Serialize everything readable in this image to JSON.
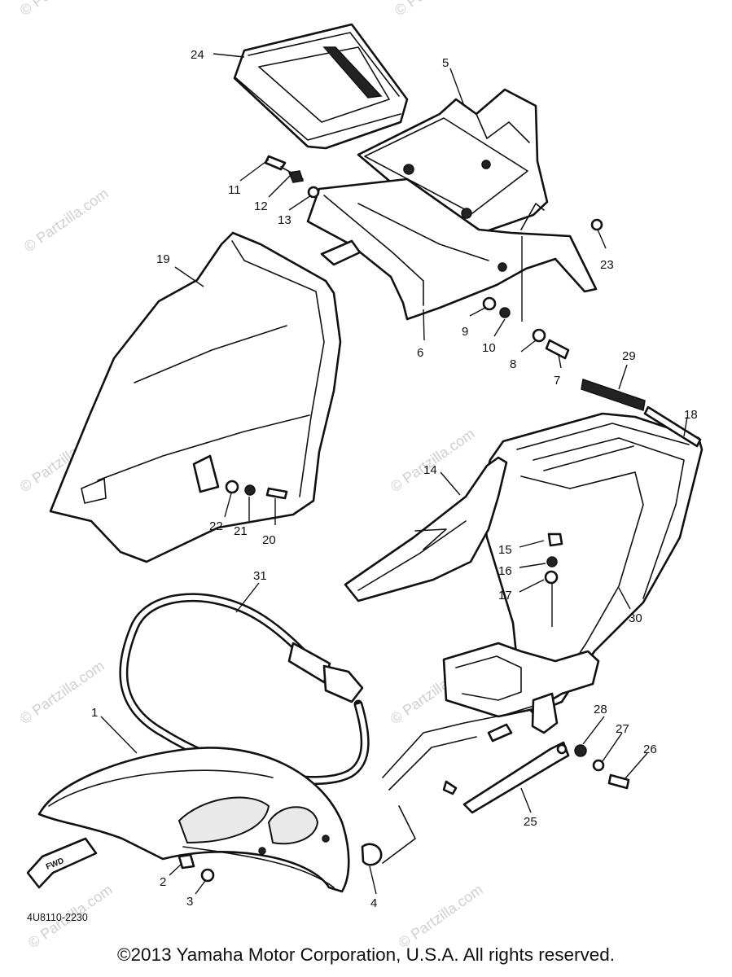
{
  "diagram": {
    "callouts": [
      "1",
      "2",
      "3",
      "4",
      "5",
      "6",
      "7",
      "8",
      "9",
      "10",
      "11",
      "12",
      "13",
      "14",
      "15",
      "16",
      "17",
      "18",
      "19",
      "20",
      "21",
      "22",
      "23",
      "24",
      "25",
      "26",
      "27",
      "28",
      "29",
      "30",
      "31"
    ],
    "drawing_code": "4U8110-2230",
    "fwd_label": "FWD",
    "watermark": "© Partzilla.com",
    "copyright": "©2013 Yamaha Motor Corporation, U.S.A. All rights reserved."
  }
}
